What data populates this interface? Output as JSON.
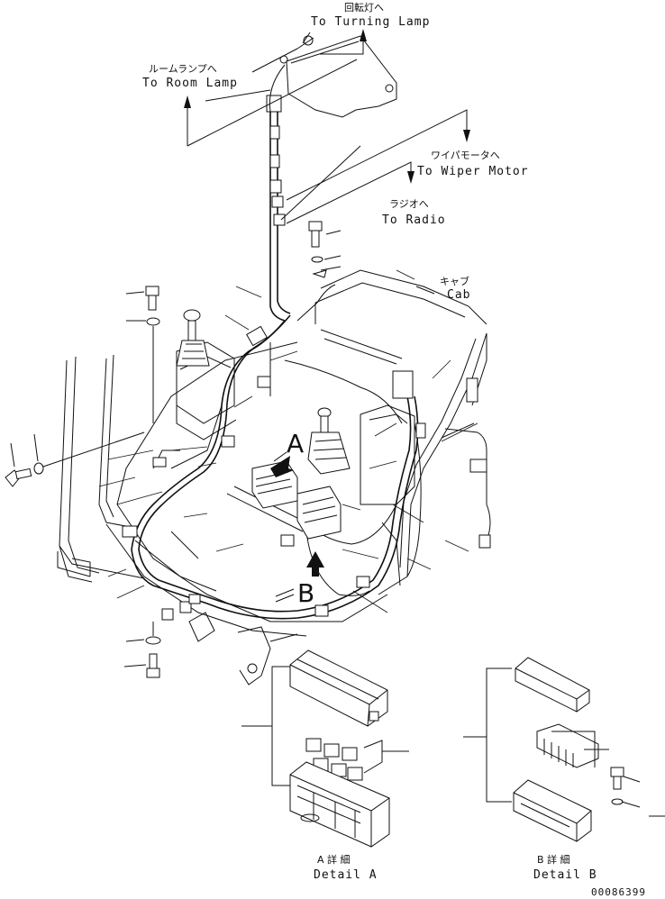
{
  "labels": {
    "turning_lamp_jp": "回転灯へ",
    "turning_lamp_en": "To Turning Lamp",
    "room_lamp_jp": "ルームランプへ",
    "room_lamp_en": "To Room Lamp",
    "wiper_motor_jp": "ワイパモータへ",
    "wiper_motor_en": "To Wiper Motor",
    "radio_jp": "ラジオへ",
    "radio_en": "To Radio",
    "cab_jp": "キャブ",
    "cab_en": "Cab",
    "view_a": "A",
    "view_b": "B",
    "detail_a_jp": "A 詳 細",
    "detail_a_en": "Detail A",
    "detail_b_jp": "B 詳 細",
    "detail_b_en": "Detail B",
    "drawing_number": "00086399"
  }
}
